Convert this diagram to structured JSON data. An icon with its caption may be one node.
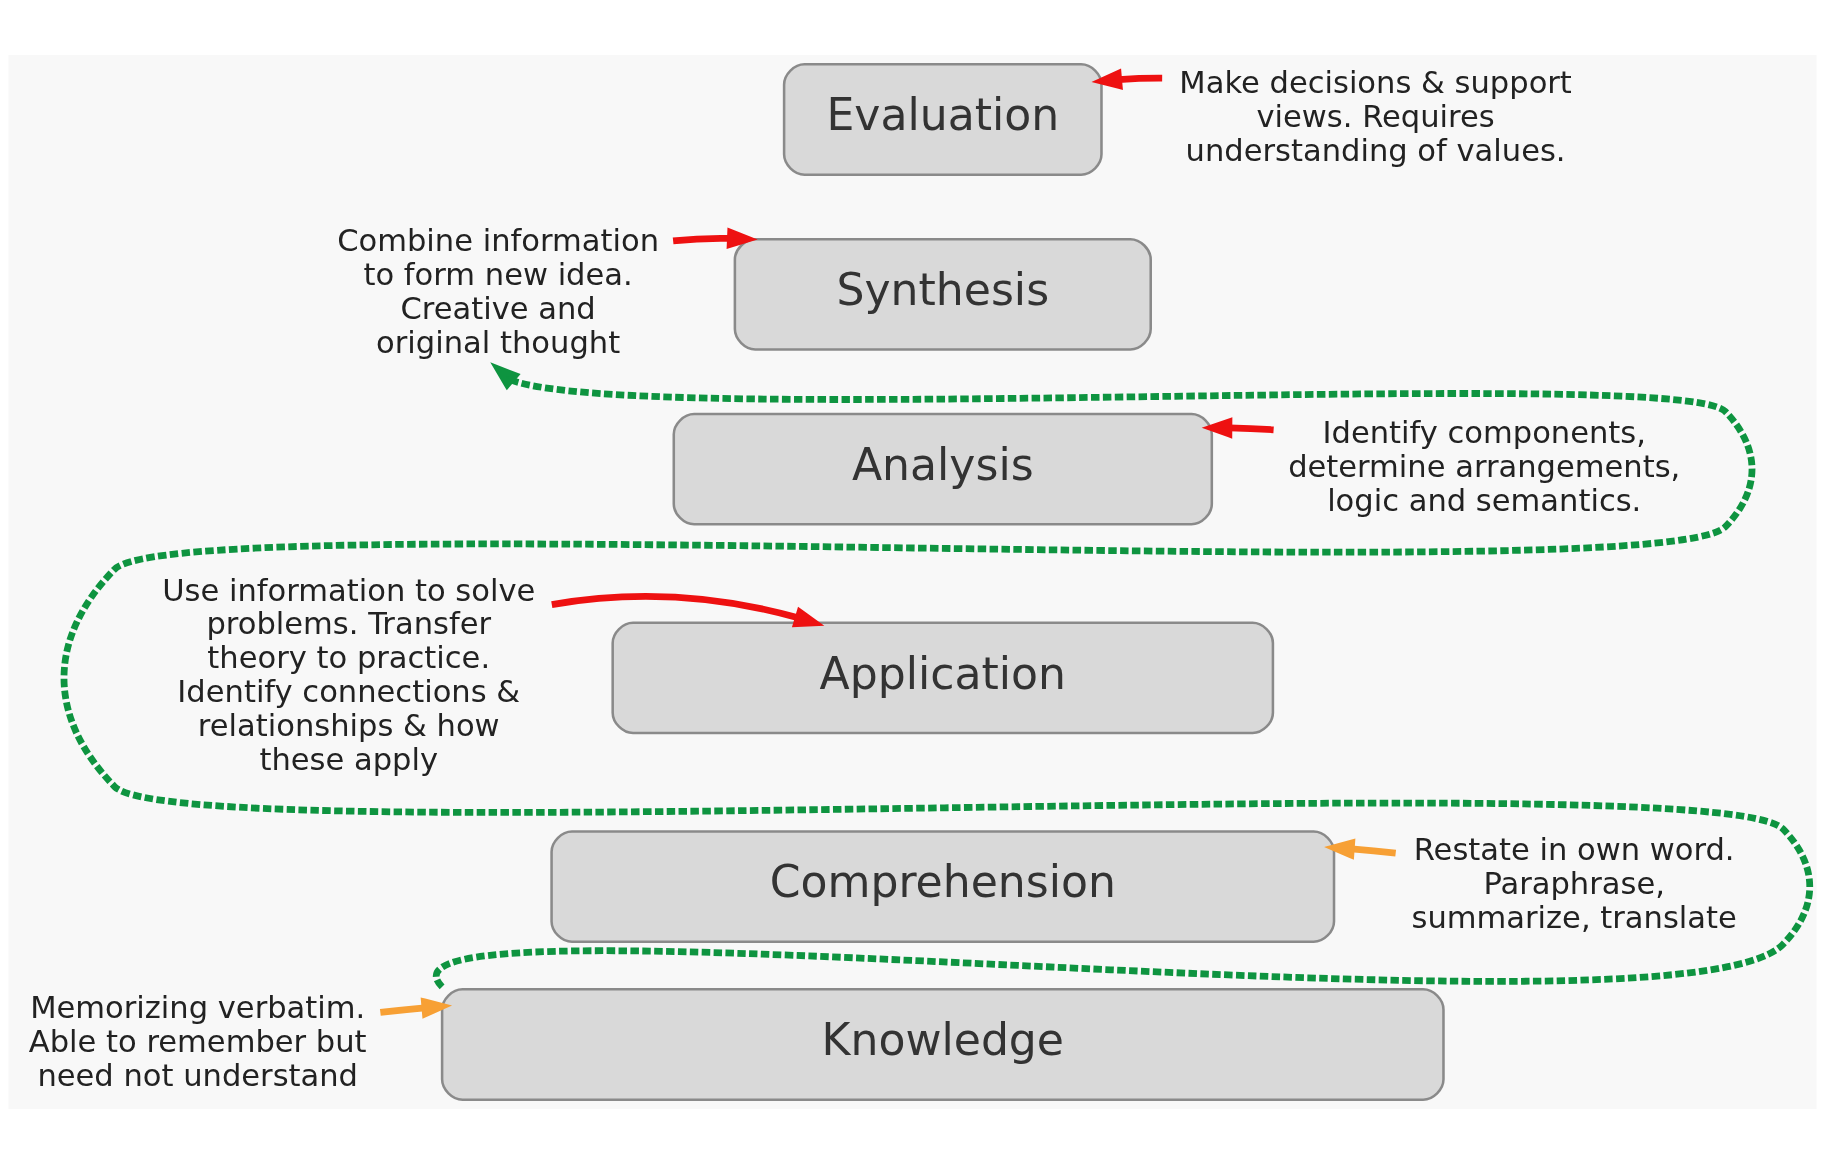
{
  "diagram": {
    "nodes": [
      {
        "text": [
          "Evaluation"
        ]
      },
      {
        "text": [
          "Synthesis"
        ]
      },
      {
        "text": [
          "Analysis"
        ]
      },
      {
        "text": [
          "Application"
        ]
      },
      {
        "text": [
          "Comprehension"
        ]
      },
      {
        "text": [
          "Knowledge"
        ]
      },
      {
        "text": [
          "Make decisions & support views. Requires understanding of values."
        ]
      },
      {
        "text": [
          "Combine information to form new idea. Creative and original thought"
        ]
      },
      {
        "text": [
          "Identify components, determine arrangements, logic and semantics."
        ]
      },
      {
        "text": [
          "Use information to solve problems. Transfer theory to practice. Identify connections & relationships & how these apply"
        ]
      },
      {
        "text": [
          "Restate in own word. Paraphrase, summarize, translate"
        ]
      },
      {
        "text": [
          "Memorizing verbatim. Able to remember but need not understand"
        ]
      }
    ],
    "edges": [
      {
        "from": 6,
        "to": 0,
        "arrow": "to"
      },
      {
        "from": 7,
        "to": 1,
        "arrow": "to"
      },
      {
        "from": 8,
        "to": 2,
        "arrow": "to"
      },
      {
        "from": 9,
        "to": 3,
        "arrow": "to"
      },
      {
        "from": 10,
        "to": 4,
        "arrow": "to",
        "color": "#f7a035"
      },
      {
        "from": 11,
        "to": 5,
        "arrow": "to",
        "color": "#f7a035"
      },
      {
        "from": 5,
        "to": 7,
        "arrow": "to",
        "style": "dashed",
        "color": "#0e9440"
      }
    ]
  }
}
